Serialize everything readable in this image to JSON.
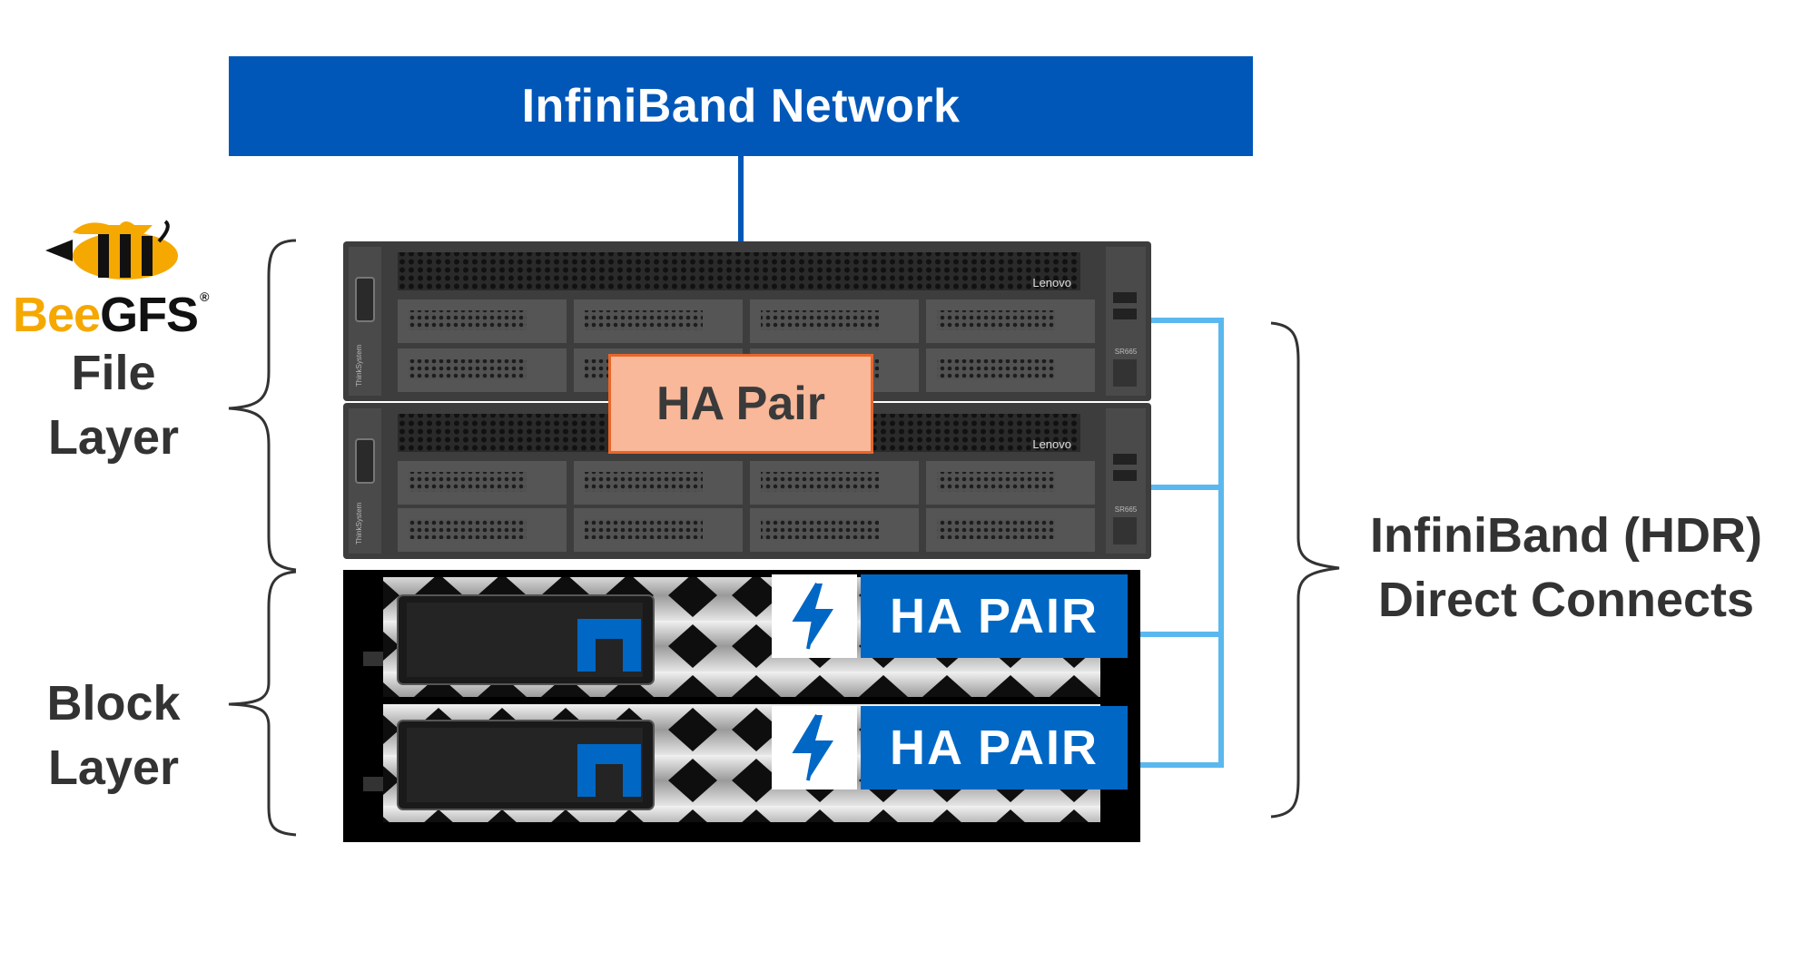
{
  "network": {
    "title": "InfiniBand Network"
  },
  "logo": {
    "bee_part": "Bee",
    "gfs_part": "GFS",
    "registered": "®"
  },
  "labels": {
    "file_layer": [
      "File",
      "Layer"
    ],
    "block_layer": [
      "Block",
      "Layer"
    ],
    "interconnect": [
      "InfiniBand (HDR)",
      "Direct Connects"
    ]
  },
  "servers": {
    "brand": "Lenovo",
    "pair_label": "HA Pair",
    "units": [
      {
        "brand": "Lenovo",
        "model": "SR665",
        "side": "ThinkSystem"
      },
      {
        "brand": "Lenovo",
        "model": "SR665",
        "side": "ThinkSystem"
      }
    ]
  },
  "storage": {
    "units": [
      {
        "badge": "HA PAIR"
      },
      {
        "badge": "HA PAIR"
      }
    ]
  },
  "colors": {
    "network_blue": "#0057b8",
    "link_cyan": "#5ab8ee",
    "ha_pair_fill": "#f9b899",
    "ha_pair_border": "#e8662a",
    "badge_blue": "#0067c5",
    "beegfs_yellow": "#f5a800",
    "server_chassis": "#3d3d3d",
    "label_text": "#333333"
  },
  "icons": [
    "bee-icon",
    "lightning-icon",
    "netapp-logo-icon"
  ]
}
